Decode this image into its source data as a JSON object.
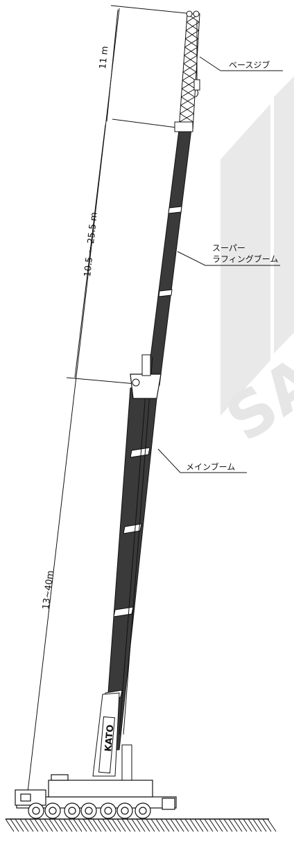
{
  "dimensions": {
    "jib_length": "11 m",
    "super_luffing_length": "10.5 ~ 25.5 m",
    "main_boom_length": "13~40m"
  },
  "labels": {
    "base_jib": "ベースジブ",
    "super_luffing_line1": "スーパー",
    "super_luffing_line2": "ラフィングブーム",
    "main_boom": "メインブーム"
  },
  "brand": {
    "carrier_logo": "KATO",
    "watermark": "SA"
  },
  "colors": {
    "boom_fill": "#3a3a3a",
    "line": "#111111",
    "watermark": "#e6e6e6"
  }
}
